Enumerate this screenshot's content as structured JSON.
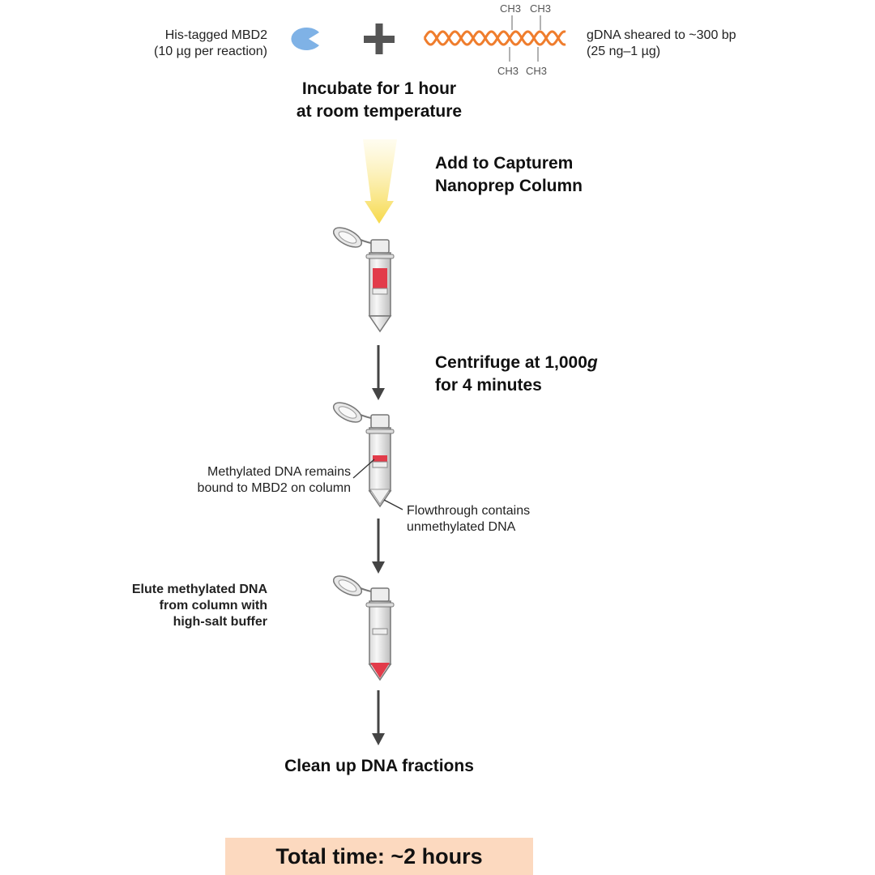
{
  "reagents": {
    "protein_label_line1": "His-tagged MBD2",
    "protein_label_line2": "(10 µg per reaction)",
    "dna_label_line1": "gDNA sheared to ~300 bp",
    "dna_label_line2": "(25 ng–1 µg)",
    "methyl_group": "CH3"
  },
  "steps": {
    "incubate_line1": "Incubate for 1 hour",
    "incubate_line2": "at room temperature",
    "add_line1": "Add to Capturem",
    "add_line2": "Nanoprep Column",
    "centrifuge_line1_prefix": "Centrifuge at 1,000",
    "centrifuge_line1_unit": "g",
    "centrifuge_line2": "for 4 minutes",
    "bound_line1": "Methylated DNA remains",
    "bound_line2": "bound to MBD2 on column",
    "flow_line1": "Flowthrough contains",
    "flow_line2": "unmethylated DNA",
    "elute_line1": "Elute methylated DNA",
    "elute_line2": "from column with",
    "elute_line3": "high-salt buffer",
    "cleanup": "Clean up DNA fractions"
  },
  "footer": {
    "total_time": "Total time: ~2 hours"
  },
  "colors": {
    "protein": "#7fb2e6",
    "dna": "#ef7d2d",
    "sample": "#e23b4a",
    "arrow": "#444444",
    "glow": "#f7dc4f",
    "footer_bg": "#fcd9bf"
  },
  "icons": {
    "protein": "pacman-protein-icon",
    "plus": "plus-icon",
    "dna": "double-helix-icon",
    "tube": "spin-column-tube-icon",
    "arrow": "down-arrow-icon"
  }
}
